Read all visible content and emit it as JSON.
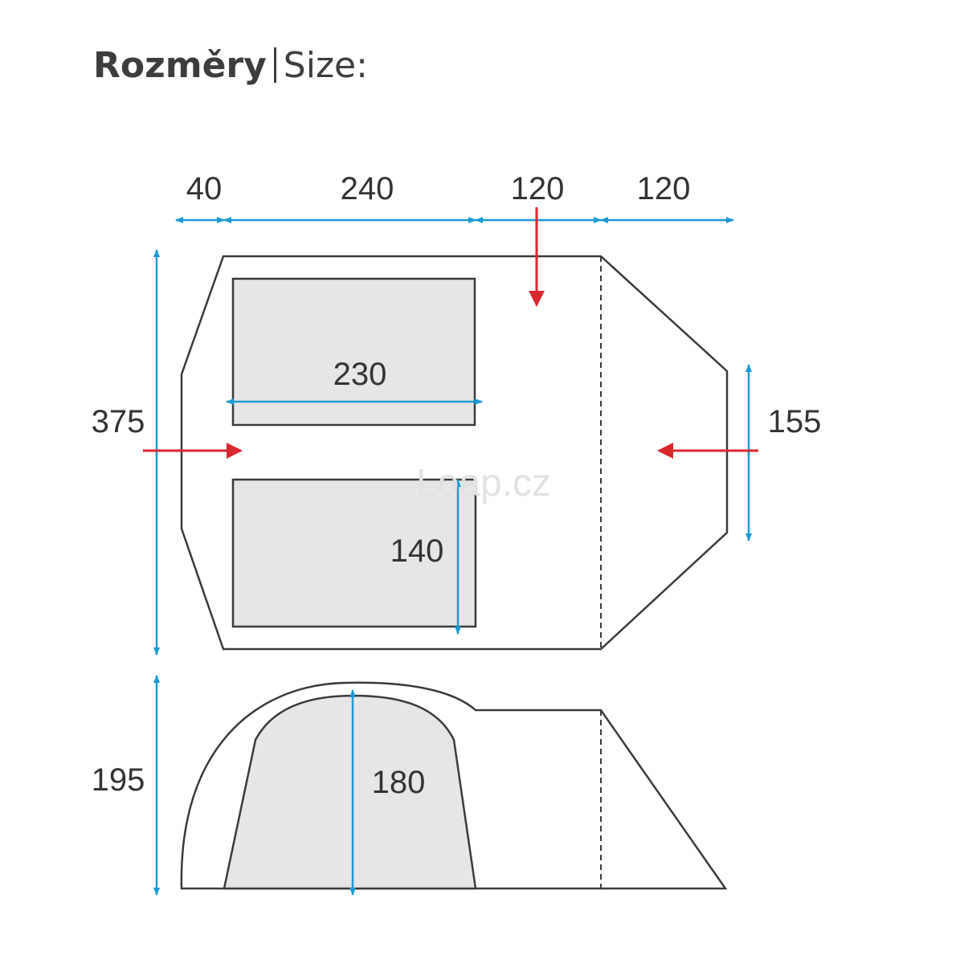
{
  "title": {
    "bold": "Rozměry",
    "normal": "Size:"
  },
  "watermark": "Loap.cz",
  "colors": {
    "outline": "#3a3a3a",
    "room_fill": "#e6e6e6",
    "dimension": "#1a9ad6",
    "entrance_arrow": "#d9272e"
  },
  "dimensions": {
    "top_40": "40",
    "top_240": "240",
    "top_120_a": "120",
    "top_120_b": "120",
    "length_375": "375",
    "width_155": "155",
    "room_230": "230",
    "room_140": "140",
    "height_195": "195",
    "height_180": "180"
  }
}
